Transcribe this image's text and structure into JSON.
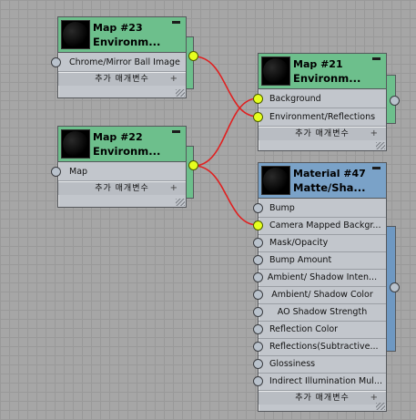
{
  "nodes": {
    "map23": {
      "title": "Map #23",
      "subtitle": "Environm...",
      "slots": [
        "Chrome/Mirror Ball Image"
      ],
      "footer": "추가 매개변수"
    },
    "map22": {
      "title": "Map #22",
      "subtitle": "Environm...",
      "slots": [
        "Map"
      ],
      "footer": "추가 매개변수"
    },
    "map21": {
      "title": "Map #21",
      "subtitle": "Environm...",
      "slots": [
        "Background",
        "Environment/Reflections"
      ],
      "footer": "추가 매개변수"
    },
    "material47": {
      "title": "Material #47",
      "subtitle": "Matte/Sha...",
      "slots": [
        "Bump",
        "Camera Mapped Backgr...",
        "Mask/Opacity",
        "Bump Amount",
        "Ambient/ Shadow Inten...",
        "Ambient/ Shadow Color",
        "AO Shadow Strength",
        "Reflection Color",
        "Reflections(Subtractive...",
        "Glossiness",
        "Indirect Illumination Mul..."
      ],
      "footer": "추가 매개변수"
    }
  },
  "colors": {
    "map_header": "#6dbf8c",
    "material_header": "#7aa2c8",
    "active_socket": "#e6ff1e",
    "wire": "#e02020"
  }
}
